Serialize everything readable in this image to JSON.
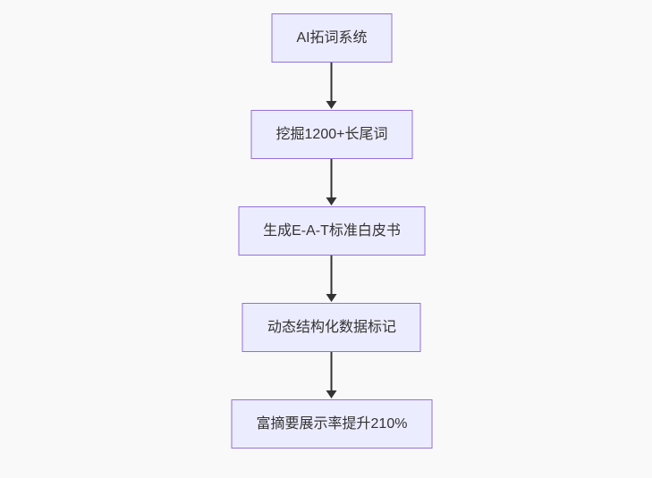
{
  "page": {
    "background_color": "#f9f9f9"
  },
  "flowchart": {
    "direction": "top-down",
    "node_fill_color": "#ECECFF",
    "node_border_color": "#9370DB",
    "text_color": "#333333",
    "arrow_color": "#333333",
    "nodes": [
      {
        "label": "AI拓词系统"
      },
      {
        "label": "挖掘1200+长尾词"
      },
      {
        "label": "生成E-A-T标准白皮书"
      },
      {
        "label": "动态结构化数据标记"
      },
      {
        "label": "富摘要展示率提升210%"
      }
    ]
  }
}
